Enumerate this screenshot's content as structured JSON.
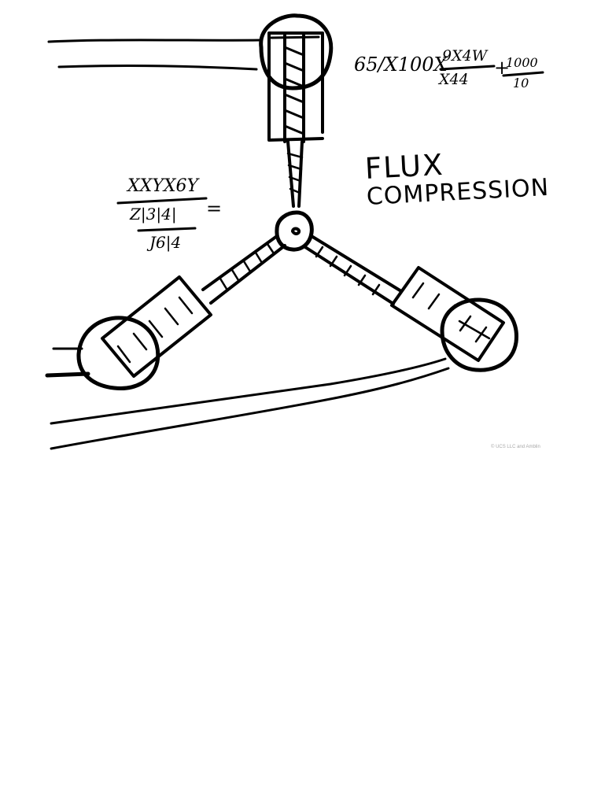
{
  "sketch": {
    "title_line_1": "FLUX",
    "title_line_2": "COMPRESSION",
    "formula_top": {
      "lead": "65/X100X",
      "frac_num": "9X4W",
      "frac_den": "X44",
      "plus": "+",
      "frac2_num": "1000",
      "frac2_den": "10"
    },
    "formula_left": {
      "num": "XXYX6Y",
      "mid": "Z|3|4|",
      "den": "J6|4",
      "equals": "="
    },
    "credit": "© UCS LLC and Amblin",
    "ink_color": "#000000"
  }
}
